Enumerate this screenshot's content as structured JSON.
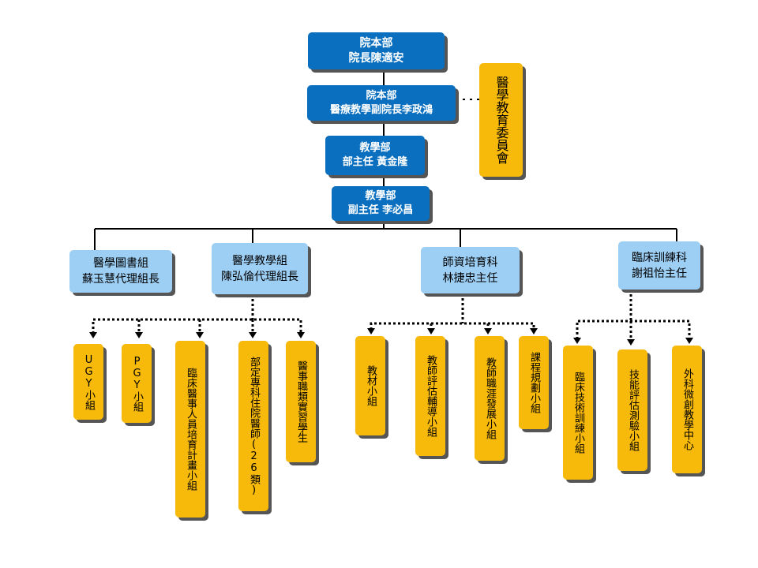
{
  "hq_president": {
    "line1": "院本部",
    "line2": "院長陳適安"
  },
  "hq_vp": {
    "line1": "院本部",
    "line2": "醫療教學副院長李政鴻"
  },
  "committee": "醫學教育委員會",
  "edu_director": {
    "line1": "教學部",
    "line2": "部主任 黃金隆"
  },
  "edu_deputy": {
    "line1": "教學部",
    "line2": "副主任 李必昌"
  },
  "divisions": [
    {
      "line1": "醫學圖書組",
      "line2": "蘇玉慧代理組長"
    },
    {
      "line1": "醫學教學組",
      "line2": "陳弘倫代理組長"
    },
    {
      "line1": "師資培育科",
      "line2": "林捷忠主任"
    },
    {
      "line1": "臨床訓練科",
      "line2": "謝祖怡主任"
    }
  ],
  "teaching_units": [
    "UGY小組",
    "PGY小組",
    "臨床醫事人員培育計畫小組",
    "部定專科住院醫師(26類)",
    "醫事職類實習學生"
  ],
  "faculty_units": [
    "教材小組",
    "教師評估輔導小組",
    "教師職涯發展小組",
    "課程規劃小組"
  ],
  "clinical_units": [
    "臨床技術訓練小組",
    "技能評估測驗小組",
    "外科微創教學中心"
  ],
  "colors": {
    "dark_blue": "#0a6fbf",
    "light_blue": "#9dcff5",
    "gold": "#f7b90a",
    "shadow": "#555555"
  }
}
